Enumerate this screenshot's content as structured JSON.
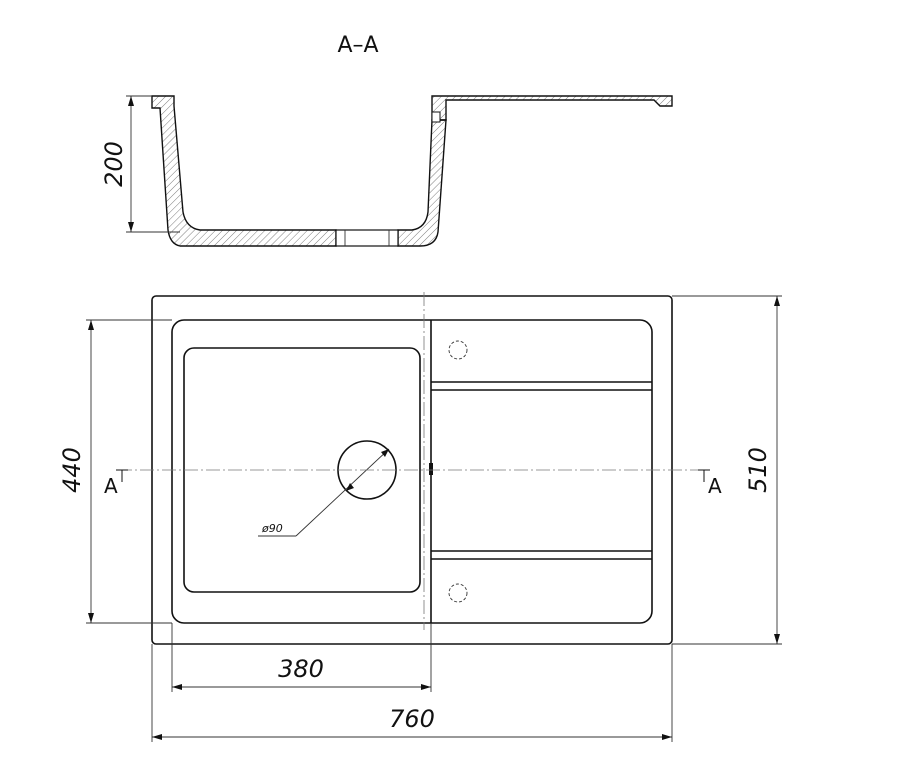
{
  "section": {
    "title": "A–A",
    "depth_label": "200"
  },
  "plan": {
    "total_width_label": "760",
    "bowl_width_label": "380",
    "total_depth_label": "510",
    "bowl_depth_label": "440",
    "drain_label": "ø90",
    "section_mark_left": "A",
    "section_mark_right": "A"
  }
}
